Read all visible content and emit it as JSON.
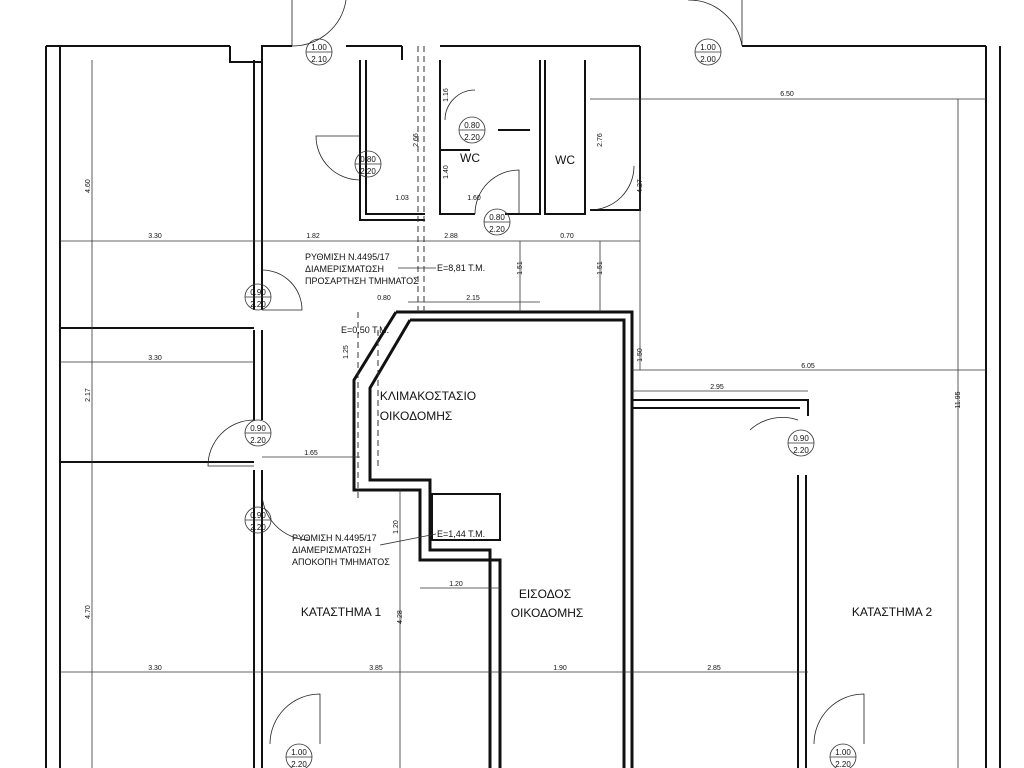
{
  "rooms": {
    "wc1": "WC",
    "wc2": "WC",
    "stair_1": "ΚΛΙΜΑΚΟΣΤΑΣΙΟ",
    "stair_2": "ΟΙΚΟΔΟΜΗΣ",
    "entry_1": "ΕΙΣΟΔΟΣ",
    "entry_2": "ΟΙΚΟΔΟΜΗΣ",
    "shop1": "ΚΑΤΑΣΤΗΜΑ 1",
    "shop2": "ΚΑΤΑΣΤΗΜΑ 2"
  },
  "notes": {
    "n1": [
      "ΡΥΘΜΙΣΗ Ν.4495/17",
      "ΔΙΑΜΕΡΙΣΜΑΤΩΣΗ",
      "ΠΡΟΣΑΡΤΗΣΗ ΤΜΗΜΑΤΟΣ"
    ],
    "n2": [
      "ΡΥΘΜΙΣΗ Ν.4495/17",
      "ΔΙΑΜΕΡΙΣΜΑΤΩΣΗ",
      "ΑΠΟΚΟΠΗ ΤΜΗΜΑΤΟΣ"
    ],
    "area1": "E=8,81 T.M.",
    "area2": "E=0,50 T.M.",
    "area3": "E=1,44 T.M."
  },
  "doors": [
    [
      "1.00",
      "2.10"
    ],
    [
      "1.00",
      "2.00"
    ],
    [
      "0.80",
      "2.20"
    ],
    [
      "0.80",
      "2.20"
    ],
    [
      "0.80",
      "2.20"
    ],
    [
      "0.90",
      "2.20"
    ],
    [
      "0.90",
      "2.20"
    ],
    [
      "0.90",
      "2.20"
    ],
    [
      "0.90",
      "2.20"
    ],
    [
      "1.00",
      "2.20"
    ],
    [
      "1.00",
      "2.20"
    ]
  ],
  "dims": [
    "4.60",
    "3.30",
    "1.82",
    "2.88",
    "0.70",
    "1.03",
    "1.60",
    "1.16",
    "2.66",
    "1.40",
    "2.76",
    "4.27",
    "6.50",
    "1.51",
    "1.51",
    "0.80",
    "2.15",
    "1.25",
    "3.30",
    "2.17",
    "1.50",
    "6.05",
    "2.95",
    "11.95",
    "1.65",
    "1.20",
    "1.20",
    "4.28",
    "4.70",
    "3.30",
    "3.85",
    "1.90",
    "2.85"
  ]
}
